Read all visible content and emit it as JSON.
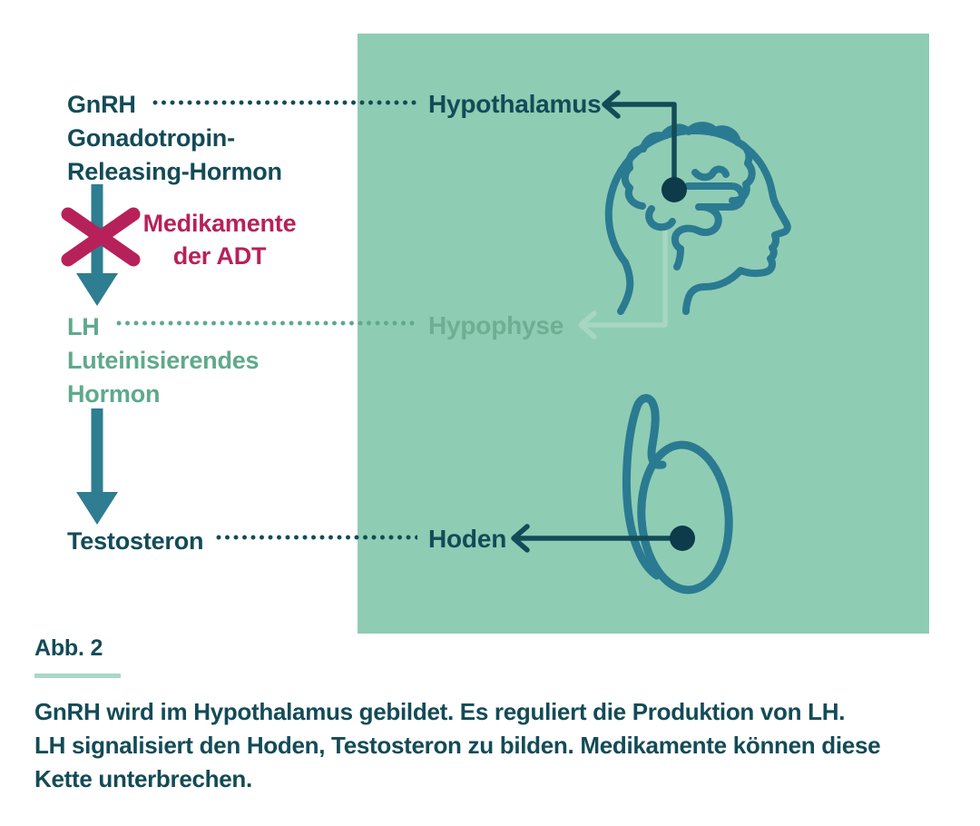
{
  "hormones": {
    "gnrh": {
      "abbr": "GnRH",
      "name_line1": "Gonadotropin-",
      "name_line2": "Releasing-Hormon"
    },
    "lh": {
      "abbr": "LH",
      "name_line1": "Luteinisierendes",
      "name_line2": "Hormon"
    },
    "testosteron": {
      "label": "Testosteron"
    }
  },
  "blocker": {
    "line1": "Medikamente",
    "line2": "der ADT"
  },
  "organs": {
    "hypothalamus": "Hypothalamus",
    "hypophyse": "Hypophyse",
    "hoden": "Hoden"
  },
  "caption": {
    "figure_label": "Abb. 2",
    "line1": "GnRH wird im Hypothalamus gebildet. Es reguliert die Produktion von LH.",
    "line2": "LH signalisiert den Hoden, Testosteron zu bilden. Medikamente können diese",
    "line3": "Kette unterbrechen."
  },
  "colors": {
    "panel_bg": "#8fccb4",
    "dark_teal_text": "#134b57",
    "flow_arrow_teal": "#2e7d90",
    "illustration_stroke": "#2a7a91",
    "lh_green_text": "#5fa98c",
    "hypophyse_text": "#6fae91",
    "light_arrow": "#a6d7c3",
    "blocker_crimson": "#b7215a",
    "node_dot": "#0d3b49",
    "figure_rule": "#a9d9c5"
  }
}
